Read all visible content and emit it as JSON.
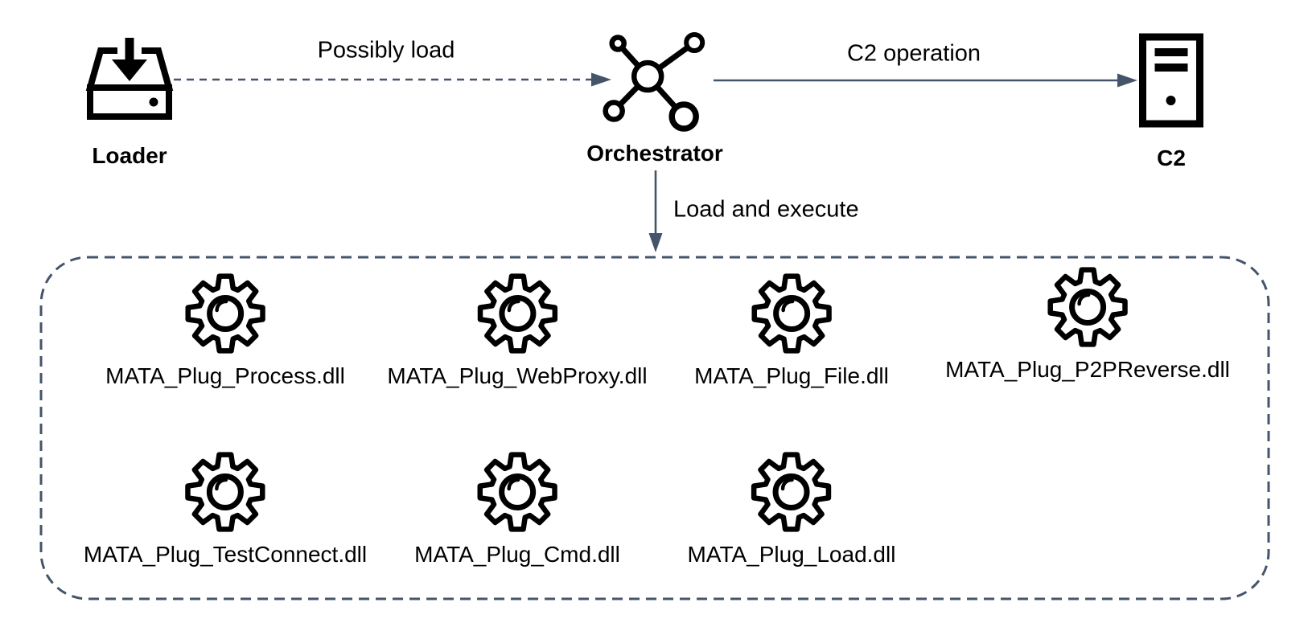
{
  "nodes": {
    "loader": {
      "label": "Loader",
      "icon": "download-drive-icon"
    },
    "orchestrator": {
      "label": "Orchestrator",
      "icon": "network-hub-icon"
    },
    "c2": {
      "label": "C2",
      "icon": "server-icon"
    }
  },
  "edges": {
    "loader_to_orchestrator": {
      "label": "Possibly load",
      "style": "dashed"
    },
    "orchestrator_to_c2": {
      "label": "C2 operation",
      "style": "solid"
    },
    "orchestrator_to_plugins": {
      "label": "Load and execute",
      "style": "solid"
    }
  },
  "plugins": [
    {
      "label": "MATA_Plug_Process.dll"
    },
    {
      "label": "MATA_Plug_WebProxy.dll"
    },
    {
      "label": "MATA_Plug_File.dll"
    },
    {
      "label": "MATA_Plug_P2PReverse.dll"
    },
    {
      "label": "MATA_Plug_TestConnect.dll"
    },
    {
      "label": "MATA_Plug_Cmd.dll"
    },
    {
      "label": "MATA_Plug_Load.dll"
    }
  ],
  "colors": {
    "connector": "#44546a",
    "icon": "#000000",
    "text": "#000000",
    "background": "#ffffff"
  }
}
